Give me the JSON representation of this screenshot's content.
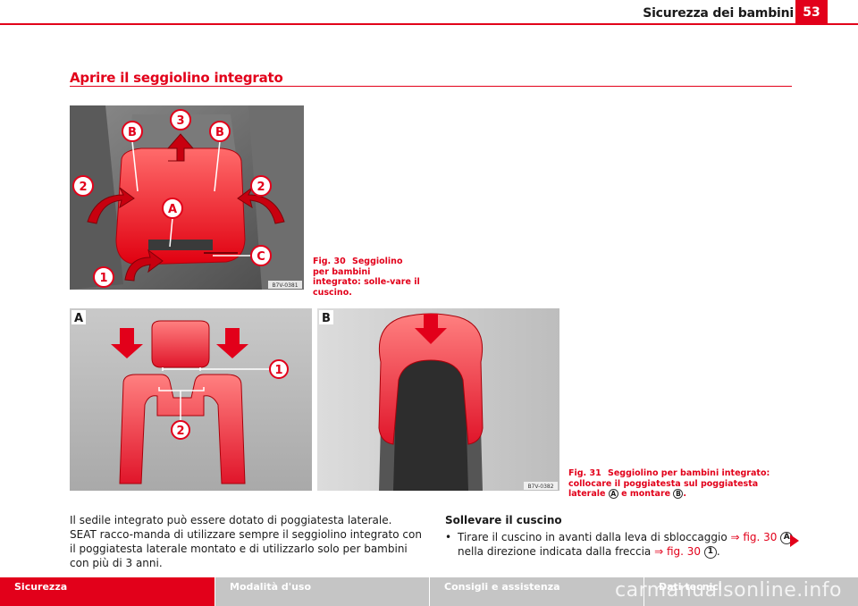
{
  "header": {
    "running_head": "Sicurezza dei bambini",
    "page_number": "53"
  },
  "section": {
    "title": "Aprire il seggiolino integrato"
  },
  "figures": {
    "fig30": {
      "caption_number": "Fig. 30",
      "caption_text": "Seggiolino per bambini integrato: solle-vare il cuscino.",
      "code": "B7V-0381",
      "callouts": [
        "B",
        "3",
        "B",
        "2",
        "2",
        "A",
        "C",
        "1"
      ]
    },
    "fig31": {
      "caption_number": "Fig. 31",
      "caption_text_1": "Seggiolino per bambini integrato: collocare il poggiatesta sul poggiatesta laterale",
      "caption_mark_a": "A",
      "caption_text_2": "e montare",
      "caption_mark_b": "B",
      "caption_end": ".",
      "code": "B7V-0382",
      "panel_a_label": "A",
      "panel_b_label": "B",
      "callouts": [
        "1",
        "2"
      ]
    }
  },
  "body": {
    "left_paragraph": "Il sedile integrato può essere dotato di poggiatesta laterale. SEAT racco-manda di utilizzare sempre il seggiolino integrato con il poggiatesta laterale montato e di utilizzarlo solo per bambini con più di 3 anni.",
    "right_subheading": "Sollevare il cuscino",
    "bullet_symbol": "•",
    "step_text_1": "Tirare il cuscino in avanti dalla leva di sbloccaggio",
    "step_ref_1": "⇒ fig. 30",
    "step_mark_1": "A",
    "step_text_2": "nella direzione indicata dalla freccia",
    "step_ref_2": "⇒ fig. 30",
    "step_mark_2": "1",
    "step_end": "."
  },
  "footer": {
    "tabs": [
      "Sicurezza",
      "Modalità d'uso",
      "Consigli e assistenza",
      "Dati tecnici"
    ],
    "watermark": "carmanualsonline.info"
  },
  "colors": {
    "accent": "#e2001a",
    "footer_inactive": "#c5c5c5"
  }
}
